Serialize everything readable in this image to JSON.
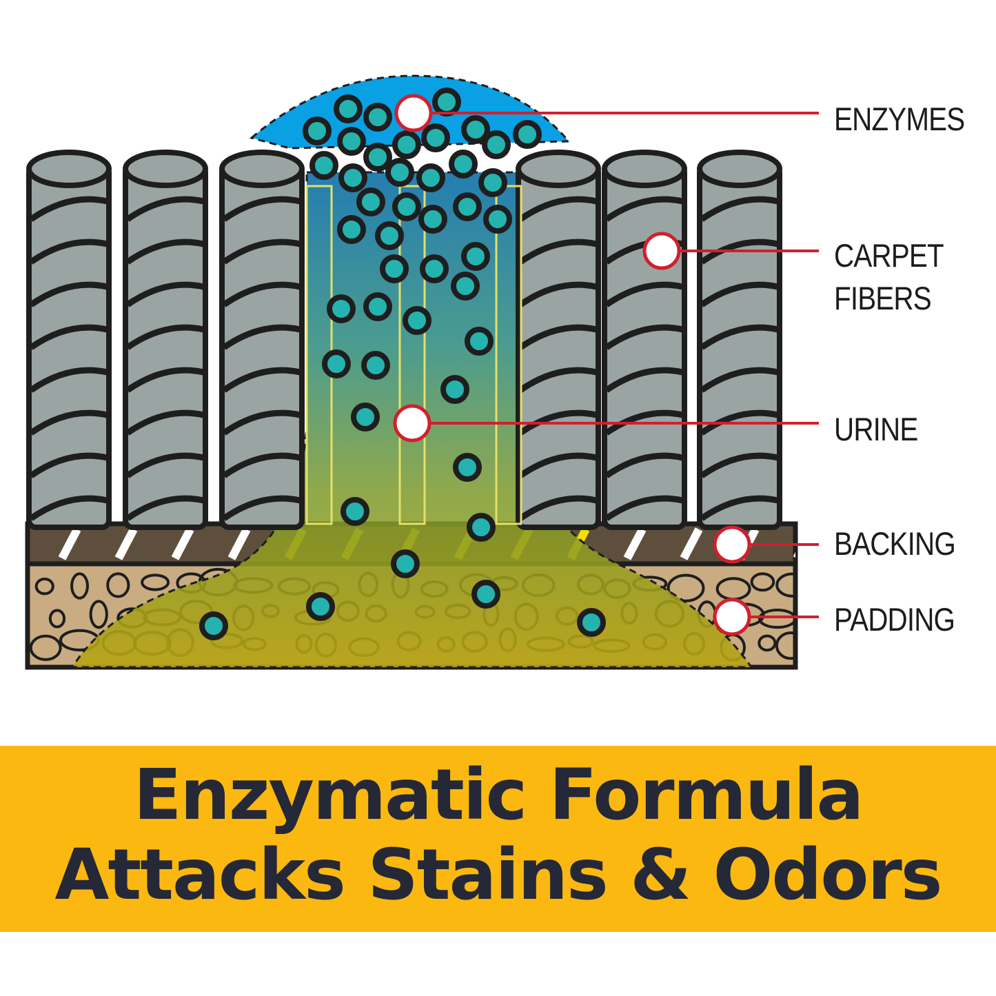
{
  "labels": {
    "enzymes": "ENZYMES",
    "carpet_fibers": "CARPET\nFIBERS",
    "urine": "URINE",
    "backing": "BACKING",
    "padding": "PADDING"
  },
  "banner": {
    "line1": "Enzymatic Formula",
    "line2": "Attacks Stains & Odors"
  },
  "colors": {
    "banner": "#fbb811",
    "banner_text": "#252836",
    "fiber": "#9aa5a3",
    "outline": "#1e1e1e",
    "enzyme": "#25b3b0",
    "solution": "#0aa0e4",
    "urine": "#d7c000",
    "backing": "#5e4f3c",
    "padding": "#c9ac82",
    "callout_line": "#d0202e"
  },
  "icons": {
    "callout_marker": "white-circle-red-ring"
  }
}
